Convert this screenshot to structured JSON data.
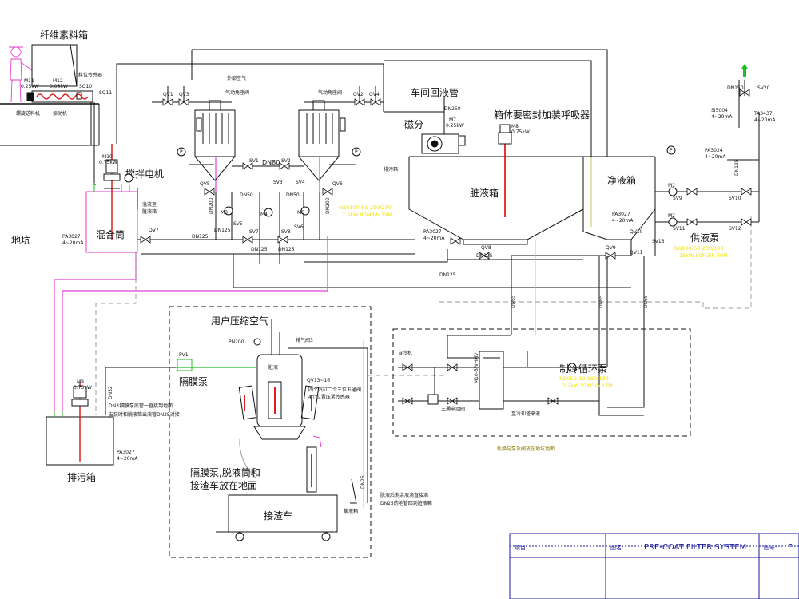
{
  "labels": {
    "fiber_box": "纤维素料箱",
    "screw_feeder": "螺旋送料机",
    "vibrator": "振动机",
    "level_sensor": "料位传感器",
    "m11": "M11",
    "m11_kw": "0.25kW",
    "m12": "M12",
    "m12_kw": "0.03kW",
    "so10": "SO10",
    "sq11": "SQ11",
    "mixer_motor": "搅拌电机",
    "m10": "M10",
    "m10_kw": "0.75kW",
    "overflow_to_dirty": "溢流至",
    "overflow_to_dirty2": "脏液箱",
    "mix_tank": "混合筒",
    "pit": "地坑",
    "pa3027": "PA3027",
    "ma_4_20": "4~20mA",
    "qv1": "QV1",
    "qv3": "QV3",
    "qv2": "QV2",
    "qv4": "QV4",
    "qv5": "QV5",
    "qv6": "QV6",
    "qv7": "QV7",
    "qv8": "QV8",
    "qv9": "QV9",
    "qv10": "QV10",
    "qv11": "QV11",
    "outer_air": "外部空气",
    "pneumatic_valve": "气动角座阀",
    "sv1": "SV1",
    "sv2": "SV2",
    "sv3": "SV3",
    "sv4": "SV4",
    "sv5": "SV5",
    "sv6": "SV6",
    "sv7": "SV7",
    "sv8": "SV8",
    "sv9": "SV9",
    "sv10": "SV10",
    "sv11": "SV11",
    "sv12": "SV12",
    "sv13": "SV13",
    "sv20": "SV20",
    "dn80": "DN80",
    "dn125": "DN125",
    "dn200": "DN200",
    "dn50": "DN50",
    "dn150": "DN150",
    "dn250": "DN250",
    "dn65": "DN65",
    "dn32": "DN32",
    "dn25": "DN25",
    "m3": "M3",
    "m4": "M4",
    "m5": "M5",
    "m1": "M1",
    "m2": "M2",
    "m7": "M7",
    "m7_kw": "0.25kW",
    "m8": "M8",
    "m8_kw": "0.75kW",
    "m9": "M9",
    "m9_kw": "0.75kW",
    "pump_spec_1": "NB0100-65-250/270",
    "pump_spec_1b": "7.5kW 80M3/h 19M",
    "return_pipe": "车间回液管",
    "magnetic_sep": "磁分",
    "sealed_note": "箱体要密封加装呼吸器",
    "drain": "排污箱",
    "dirty_tank": "脏液箱",
    "clean_tank": "净液箱",
    "supply_pump": "供液泵",
    "pump_spec_2": "NB080-50-200/198",
    "pump_spec_2b": "15kW 80M3/h 49M",
    "pa3024": "PA3024",
    "si5004": "SI5004",
    "ta3437": "TA3437",
    "compressed_air": "用户压缩空气",
    "pn200": "PN200",
    "vent_valve": "排气阀3",
    "dirty_liquid": "脏液",
    "qv13_16": "QV13~16",
    "qv_note": "四个汽缸二个三位五通阀",
    "qv_note2": "4个位置压紧传感器",
    "pv1": "PV1",
    "diaphragm_pump": "隔膜泵",
    "dn32_note": "隔膜泵底管一直接到地面,",
    "dn32_note2": "安装时和脱液筒出液管DN25对接",
    "sewage_tank": "排污箱",
    "floor_note_1": "隔膜泵,脱液筒和",
    "floor_note_2": "接渣车放在地面",
    "slag_cart": "接渣车",
    "slag_box": "集液箱",
    "slag_note": "脱液后剩余液滴直接滴",
    "slag_note2": "DN25的地管回到脏液箱",
    "cooling_pump": "制冷循环泵",
    "cooling_spec": "NB050-32-160/130",
    "cooling_spec2": "2.2kW 27M3/h 17M",
    "hx_label": "M10-BWHMV",
    "three_way": "三通电动阀",
    "from_cooler": "自冷机",
    "to_cooler": "至冷却塔来液",
    "panel_note": "板换与泵及阀放在地坑地面",
    "tb_header1": "项目:",
    "tb_header2": "图名:",
    "tb_title": "PRE-COAT FILTER SYSTEM",
    "tb_header3": "图号:",
    "tb_code": "F"
  },
  "colors": {
    "line": "#111111",
    "magenta": "#e43fd0",
    "green": "#22bb22",
    "red": "#e02020",
    "yellow": "#f2e200",
    "olive": "#c8c060",
    "dash_gray": "#999999",
    "blue": "#1a1aa0"
  }
}
